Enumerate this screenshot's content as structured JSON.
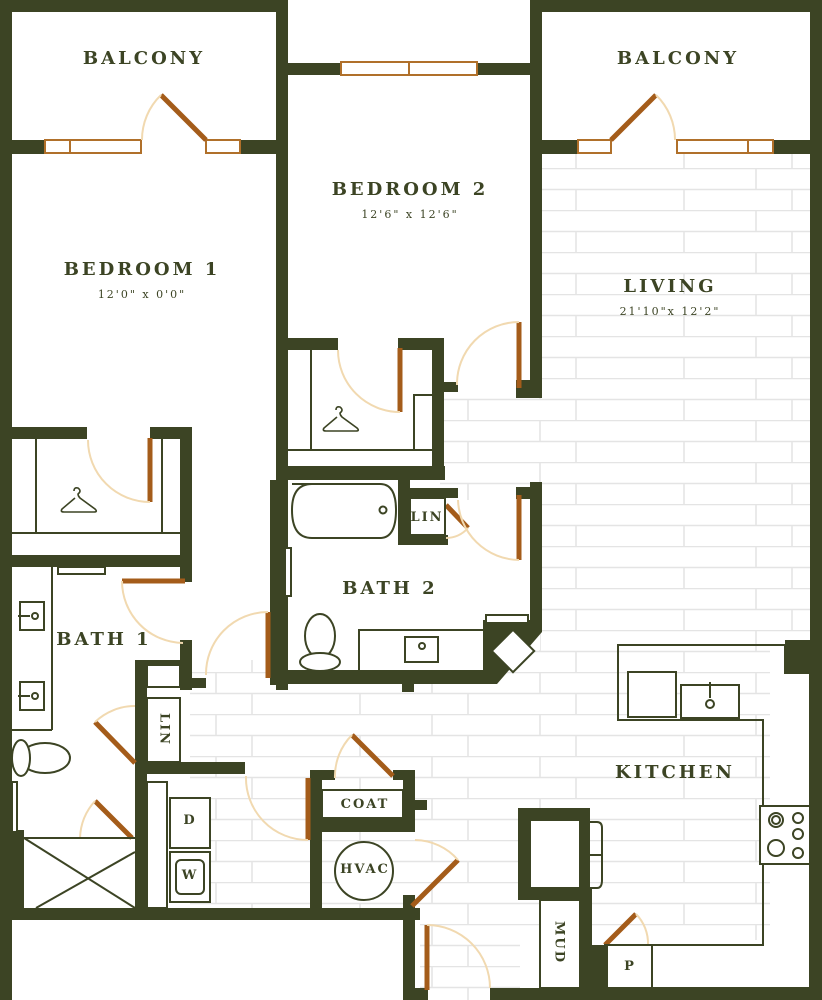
{
  "colors": {
    "wall": "#3c4424",
    "door": "#a45c1a",
    "door_swing": "#f1d9b0",
    "window": "#b0702a",
    "floor_tile": "#e4e4e4",
    "background": "#ffffff",
    "label": "#3c4424"
  },
  "rooms": {
    "balcony_left": {
      "name": "BALCONY"
    },
    "balcony_right": {
      "name": "BALCONY"
    },
    "bedroom1": {
      "name": "BEDROOM 1",
      "dimensions": "12'0\" x 0'0\""
    },
    "bedroom2": {
      "name": "BEDROOM 2",
      "dimensions": "12'6\" x 12'6\""
    },
    "living": {
      "name": "LIVING",
      "dimensions": "21'10\"x 12'2\""
    },
    "bath1": {
      "name": "BATH 1"
    },
    "bath2": {
      "name": "BATH 2"
    },
    "kitchen": {
      "name": "KITCHEN"
    }
  },
  "closets": {
    "lin_bath2": "LIN",
    "lin_bath1": "LIN",
    "coat": "COAT",
    "hvac": "HVAC",
    "mud": "MUD",
    "pantry": "P",
    "dryer": "D",
    "washer": "W"
  },
  "icons": [
    "hanger-icon-bedroom1-closet",
    "hanger-icon-bedroom2-closet",
    "bathtub-icon",
    "toilet-icon-bath2",
    "sink-icon-bath2",
    "toilet-icon-bath1",
    "sink-icon-bath1-upper",
    "sink-icon-bath1-lower",
    "shower-icon",
    "kitchen-sink-icon",
    "dishwasher-icon",
    "stove-icon",
    "refrigerator-icon"
  ]
}
